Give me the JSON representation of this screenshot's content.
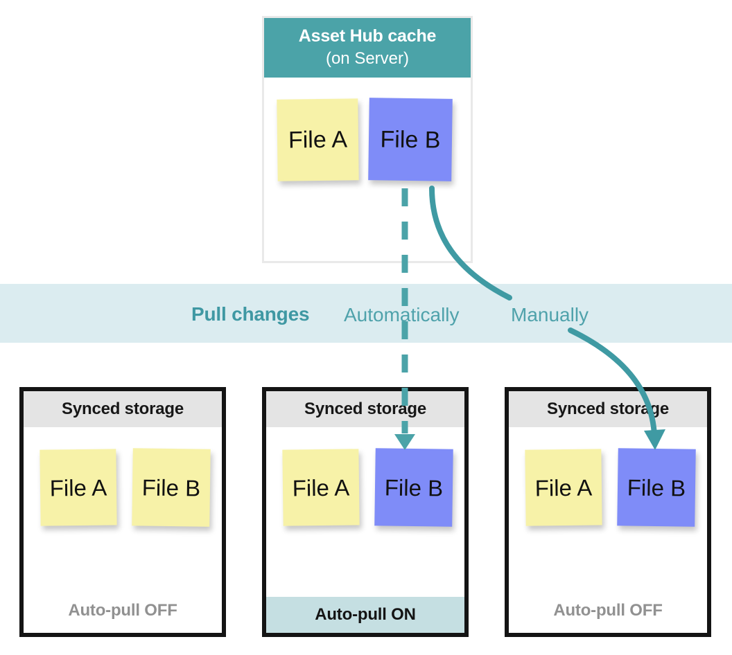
{
  "cache": {
    "title": "Asset Hub cache",
    "subtitle": "(on Server)",
    "header_color": "#4ba3a8",
    "notes": [
      {
        "label": "File A",
        "color": "#f7f2a8"
      },
      {
        "label": "File B",
        "color": "#7f8cf8"
      }
    ]
  },
  "band": {
    "title": "Pull changes",
    "auto_label": "Automatically",
    "manual_label": "Manually",
    "background": "#dbecf0",
    "title_color": "#3f98a3",
    "label_color": "#4fa2ab"
  },
  "storages": [
    {
      "header": "Synced storage",
      "notes": [
        {
          "label": "File A",
          "color": "#f7f2a8"
        },
        {
          "label": "File B",
          "color": "#f7f2a8"
        }
      ],
      "footer": "Auto-pull OFF",
      "auto_pull": "off"
    },
    {
      "header": "Synced storage",
      "notes": [
        {
          "label": "File A",
          "color": "#f7f2a8"
        },
        {
          "label": "File B",
          "color": "#7f8cf8"
        }
      ],
      "footer": "Auto-pull ON",
      "auto_pull": "on"
    },
    {
      "header": "Synced storage",
      "notes": [
        {
          "label": "File A",
          "color": "#f7f2a8"
        },
        {
          "label": "File B",
          "color": "#7f8cf8"
        }
      ],
      "footer": "Auto-pull OFF",
      "auto_pull": "off"
    }
  ],
  "arrows": {
    "automatic": {
      "style": "dashed",
      "color": "#4ba3a8"
    },
    "manual": {
      "style": "solid",
      "color": "#3f9aa3"
    }
  }
}
